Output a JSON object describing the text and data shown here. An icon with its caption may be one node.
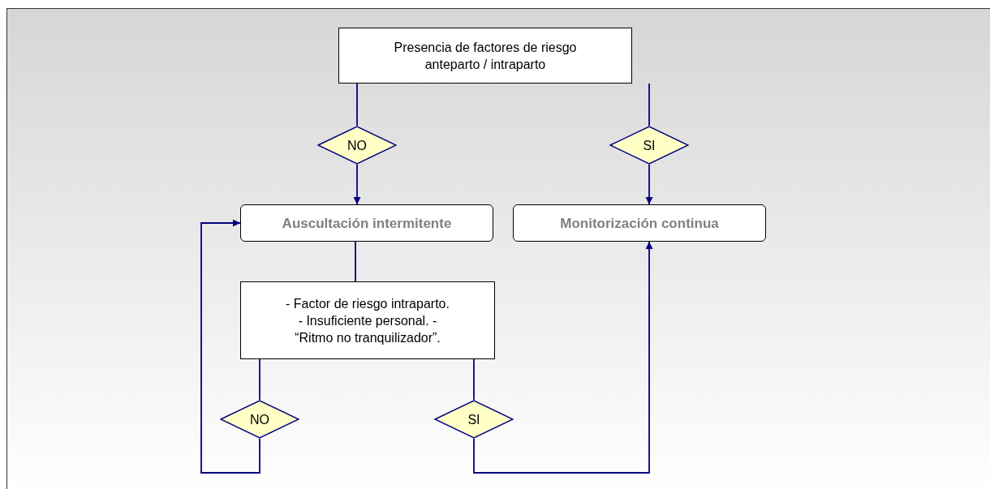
{
  "diagram": {
    "nodes": [
      {
        "text": [
          "Presencia de factores de riesgo anteparto / intraparto"
        ]
      },
      {
        "text": [
          "NO"
        ]
      },
      {
        "text": [
          "SI"
        ]
      },
      {
        "text": [
          "Auscultación intermitente"
        ]
      },
      {
        "text": [
          "Monitorización continua"
        ]
      },
      {
        "text": [
          "- Factor de riesgo intraparto. - Insuficiente personal. - “Ritmo no tranquilizador”."
        ]
      },
      {
        "text": [
          "NO"
        ]
      },
      {
        "text": [
          "SI"
        ]
      }
    ],
    "edges": [
      {
        "from": 0,
        "to": 1,
        "arrow": "none"
      },
      {
        "from": 1,
        "to": 3,
        "arrow": "to"
      },
      {
        "from": 0,
        "to": 2,
        "arrow": "none"
      },
      {
        "from": 2,
        "to": 4,
        "arrow": "to"
      },
      {
        "from": 3,
        "to": 5,
        "arrow": "none"
      },
      {
        "from": 5,
        "to": 6,
        "arrow": "none"
      },
      {
        "from": 6,
        "to": 3,
        "arrow": "to"
      },
      {
        "from": 5,
        "to": 7,
        "arrow": "none"
      },
      {
        "from": 7,
        "to": 4,
        "arrow": "to"
      }
    ]
  }
}
